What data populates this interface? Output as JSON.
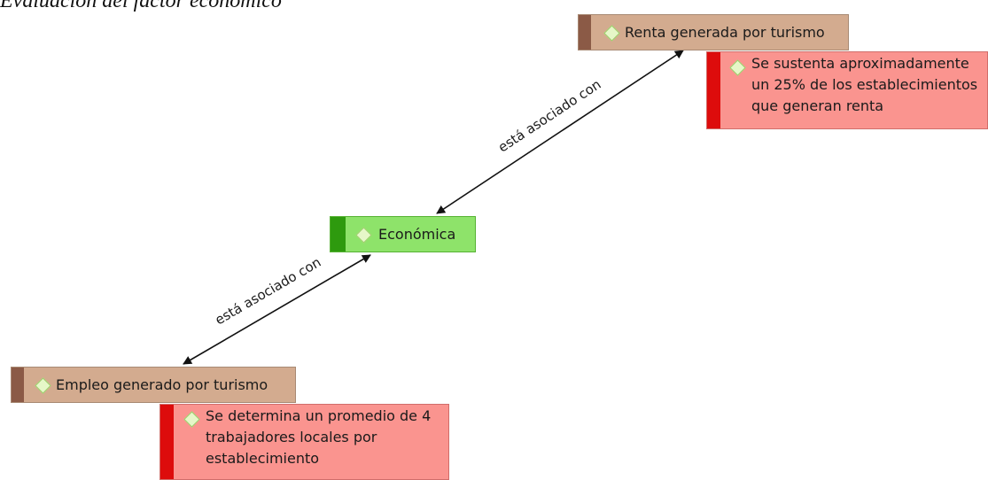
{
  "caption": "Evaluación del factor económico",
  "nodes": {
    "renta": "Renta generada por turismo",
    "renta_note": [
      "Se sustenta aproximadamente",
      "un 25% de los establecimientos",
      "que generan renta"
    ],
    "economica": "Económica",
    "empleo": "Empleo generado por turismo",
    "empleo_note": [
      "Se determina un promedio de 4",
      "trabajadores locales por",
      "establecimiento"
    ]
  },
  "edges": {
    "upper_label": "está asociado con",
    "lower_label": "está asociado con"
  },
  "colors": {
    "concept_fill": "#d3ab8f",
    "concept_bar": "#8b5a46",
    "central_fill": "#8ee36a",
    "central_bar": "#2e9a0e",
    "note_fill": "#fa948f",
    "note_bar": "#dd0c0c"
  }
}
